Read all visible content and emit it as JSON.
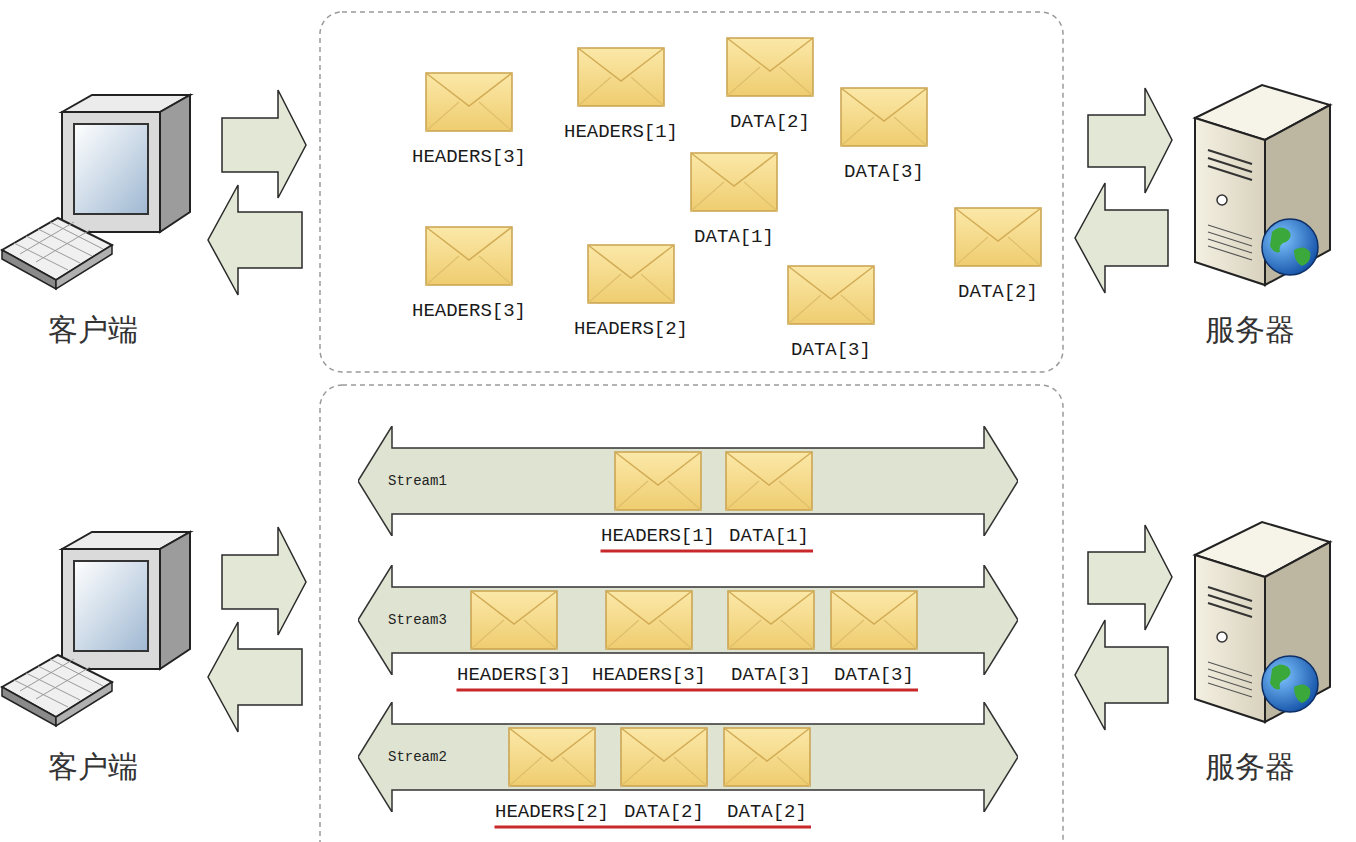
{
  "diagram": {
    "nodes": [
      {
        "text": [
          "客户端"
        ]
      },
      {
        "text": [
          "HEADERS[3]"
        ]
      },
      {
        "text": [
          "HEADERS[1]"
        ]
      },
      {
        "text": [
          "DATA[2]"
        ]
      },
      {
        "text": [
          "DATA[3]"
        ]
      },
      {
        "text": [
          "DATA[1]"
        ]
      },
      {
        "text": [
          "HEADERS[3]"
        ]
      },
      {
        "text": [
          "HEADERS[2]"
        ]
      },
      {
        "text": [
          "DATA[3]"
        ]
      },
      {
        "text": [
          "DATA[2]"
        ]
      },
      {
        "text": [
          "服务器"
        ]
      },
      {
        "text": [
          "客户端"
        ]
      },
      {
        "text": [
          "Stream1"
        ]
      },
      {
        "text": [
          "HEADERS[1]"
        ],
        "in": 12
      },
      {
        "text": [
          "DATA[1]"
        ],
        "in": 12
      },
      {
        "text": [
          "Stream3"
        ]
      },
      {
        "text": [
          "HEADERS[3]"
        ],
        "in": 15
      },
      {
        "text": [
          "HEADERS[3]"
        ],
        "in": 15
      },
      {
        "text": [
          "DATA[3]"
        ],
        "in": 15
      },
      {
        "text": [
          "DATA[3]"
        ],
        "in": 15
      },
      {
        "text": [
          "Stream2"
        ]
      },
      {
        "text": [
          "HEADERS[2]"
        ],
        "in": 20
      },
      {
        "text": [
          "DATA[2]"
        ],
        "in": 20
      },
      {
        "text": [
          "DATA[2]"
        ],
        "in": 20
      },
      {
        "text": [
          "服务器"
        ]
      }
    ]
  }
}
